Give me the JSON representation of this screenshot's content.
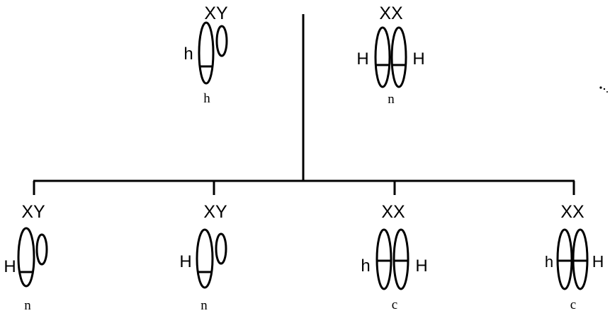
{
  "parents": [
    {
      "id": "father",
      "sex_label": "XY",
      "x_allele": "h",
      "second_allele": "",
      "phenotype": "h"
    },
    {
      "id": "mother",
      "sex_label": "XX",
      "x_allele": "H",
      "second_allele": "H",
      "phenotype": "n"
    }
  ],
  "children": [
    {
      "id": "son-1",
      "sex_label": "XY",
      "x_allele": "H",
      "second_allele": "",
      "phenotype": "n"
    },
    {
      "id": "son-2",
      "sex_label": "XY",
      "x_allele": "H",
      "second_allele": "",
      "phenotype": "n"
    },
    {
      "id": "daughter-1",
      "sex_label": "XX",
      "x_allele": "h",
      "second_allele": "H",
      "phenotype": "c"
    },
    {
      "id": "daughter-2",
      "sex_label": "XX",
      "x_allele": "h",
      "second_allele": "H",
      "phenotype": "c"
    }
  ]
}
